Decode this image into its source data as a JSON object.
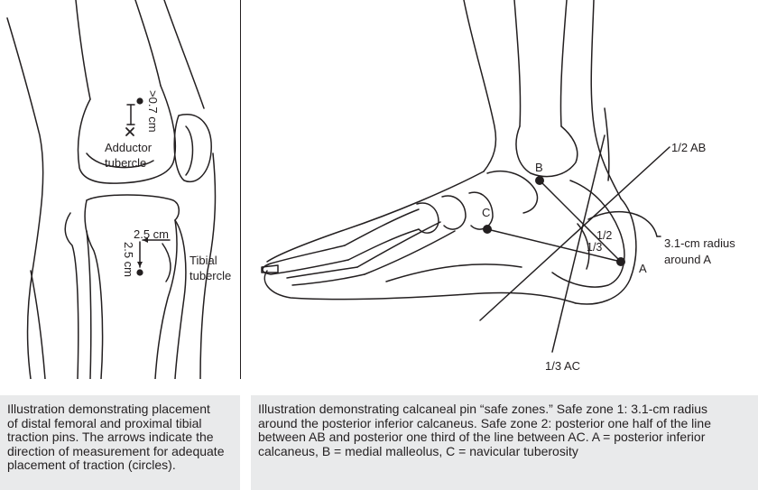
{
  "knee_panel": {
    "label_07cm": ">0.7 cm",
    "label_adductor_1": "Adductor",
    "label_adductor_2": "tubercle",
    "label_25cm_h": "2.5 cm",
    "label_25cm_v": "2.5 cm",
    "label_tibial_1": "Tibial",
    "label_tibial_2": "tubercle",
    "caption_lines": [
      "Illustration demonstrating placement",
      "of distal femoral and proximal tibial",
      "traction pins. The arrows indicate the",
      "direction of measurement for adequate",
      "placement of traction (circles)."
    ]
  },
  "foot_panel": {
    "label_half_ab": "1/2 AB",
    "label_b": "B",
    "label_c": "C",
    "label_a": "A",
    "label_half": "1/2",
    "label_third": "1/3",
    "label_radius_1": "3.1-cm radius",
    "label_radius_2": "around A",
    "label_third_ac": "1/3 AC",
    "caption_lines": [
      "Illustration demonstrating calcaneal pin “safe zones.” Safe zone 1: 3.1-cm radius",
      "around the posterior inferior calcaneus. Safe zone 2: posterior one half of the line",
      "between AB and posterior one third of the line between AC. A = posterior inferior",
      "calcaneus, B = medial malleolus, C = navicular tuberosity"
    ]
  },
  "colors": {
    "ink": "#231f20",
    "caption_bg": "#e9eaeb"
  }
}
